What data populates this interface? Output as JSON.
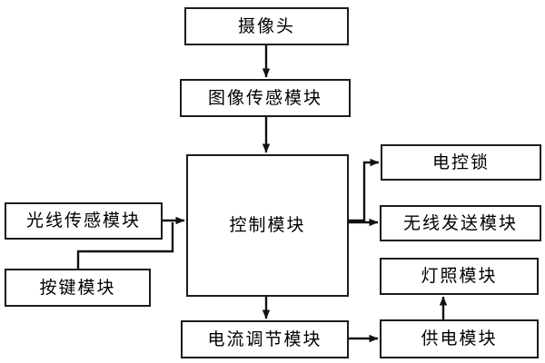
{
  "diagram": {
    "type": "block-flow-diagram",
    "orientation": "top-down",
    "line_color": "#1b1b1b",
    "box_fill": "#ffffff",
    "nodes": [
      {
        "id": "camera",
        "label": "摄像头"
      },
      {
        "id": "image_sensor",
        "label": "图像传感模块"
      },
      {
        "id": "control",
        "label": "控制模块"
      },
      {
        "id": "light_sensor",
        "label": "光线传感模块"
      },
      {
        "id": "button",
        "label": "按键模块"
      },
      {
        "id": "current",
        "label": "电流调节模块"
      },
      {
        "id": "lock",
        "label": "电控锁"
      },
      {
        "id": "wireless",
        "label": "无线发送模块"
      },
      {
        "id": "lamp",
        "label": "灯照模块"
      },
      {
        "id": "power",
        "label": "供电模块"
      }
    ],
    "edges": [
      {
        "from": "camera",
        "to": "image_sensor",
        "arrow": "down"
      },
      {
        "from": "image_sensor",
        "to": "control",
        "arrow": "down"
      },
      {
        "from": "light_sensor",
        "to": "control",
        "arrow": "right"
      },
      {
        "from": "button",
        "to": "control",
        "arrow": "right"
      },
      {
        "from": "control",
        "to": "lock",
        "arrow": "right"
      },
      {
        "from": "control",
        "to": "wireless",
        "arrow": "right"
      },
      {
        "from": "control",
        "to": "current",
        "arrow": "down"
      },
      {
        "from": "current",
        "to": "power",
        "arrow": "right"
      },
      {
        "from": "power",
        "to": "lamp",
        "arrow": "up"
      }
    ]
  }
}
